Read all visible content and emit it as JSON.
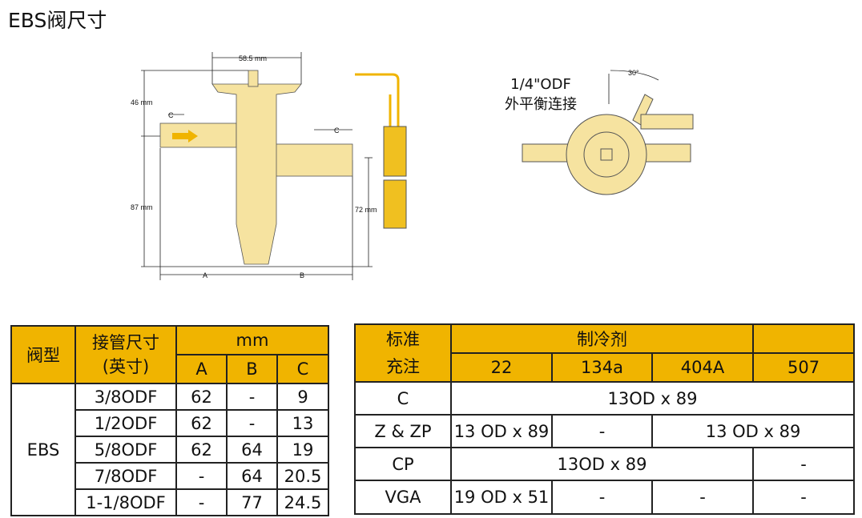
{
  "title": "EBS阀尺寸",
  "drawing": {
    "dim_top": "58.5 mm",
    "dim_46": "46 mm",
    "dim_87": "87 mm",
    "dim_72": "72 mm",
    "dim_a": "A",
    "dim_b": "B",
    "dim_c": "C",
    "odf_label": "1/4\"ODF",
    "balance_label": "外平衡连接",
    "angle": "30°"
  },
  "table1": {
    "col_type": "阀型",
    "col_size": "接管尺寸",
    "col_size_unit": "(英寸)",
    "col_mm": "mm",
    "col_a": "A",
    "col_b": "B",
    "col_c": "C",
    "type": "EBS",
    "rows": [
      {
        "size": "3/8ODF",
        "a": "62",
        "b": "-",
        "c": "9"
      },
      {
        "size": "1/2ODF",
        "a": "62",
        "b": "-",
        "c": "13"
      },
      {
        "size": "5/8ODF",
        "a": "62",
        "b": "64",
        "c": "19"
      },
      {
        "size": "7/8ODF",
        "a": "-",
        "b": "64",
        "c": "20.5"
      },
      {
        "size": "1-1/8ODF",
        "a": "-",
        "b": "77",
        "c": "24.5"
      }
    ]
  },
  "table2": {
    "col_charge": "标准",
    "col_charge2": "充注",
    "col_refrigerant": "制冷剂",
    "refrigerants": [
      "22",
      "134a",
      "404A",
      "507"
    ],
    "rows": [
      {
        "label": "C",
        "cells": [
          "13OD x 89"
        ]
      },
      {
        "label": "Z & ZP",
        "cells": [
          "13 OD x 89",
          "-",
          "13 OD x 89"
        ]
      },
      {
        "label": "CP",
        "cells": [
          "13OD x 89",
          "-"
        ]
      },
      {
        "label": "VGA",
        "cells": [
          "19 OD x 51",
          "-",
          "-",
          "-"
        ]
      }
    ]
  }
}
